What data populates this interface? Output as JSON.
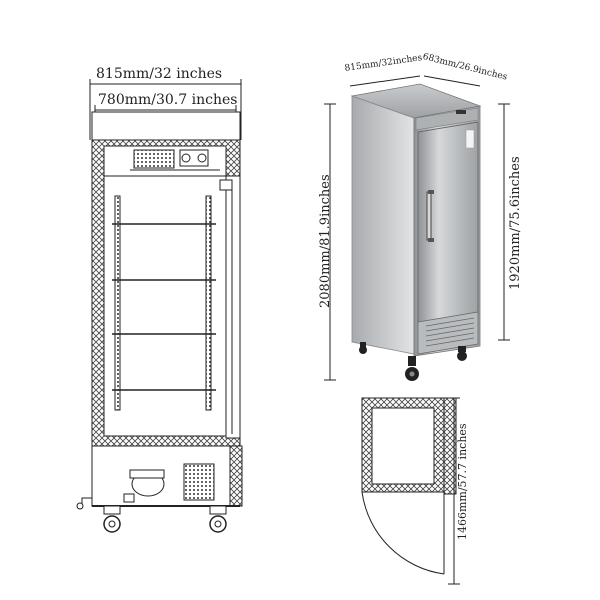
{
  "dimensions": {
    "overall_width": "815mm/32 inches",
    "interior_width": "780mm/30.7 inches",
    "overall_height": "2080mm/81.9inches",
    "body_height": "1920mm/75.6inches",
    "top_width": "815mm/32inches",
    "top_depth": "683mm/26.9inches",
    "door_swing": "1466mm/57.7 inches"
  }
}
